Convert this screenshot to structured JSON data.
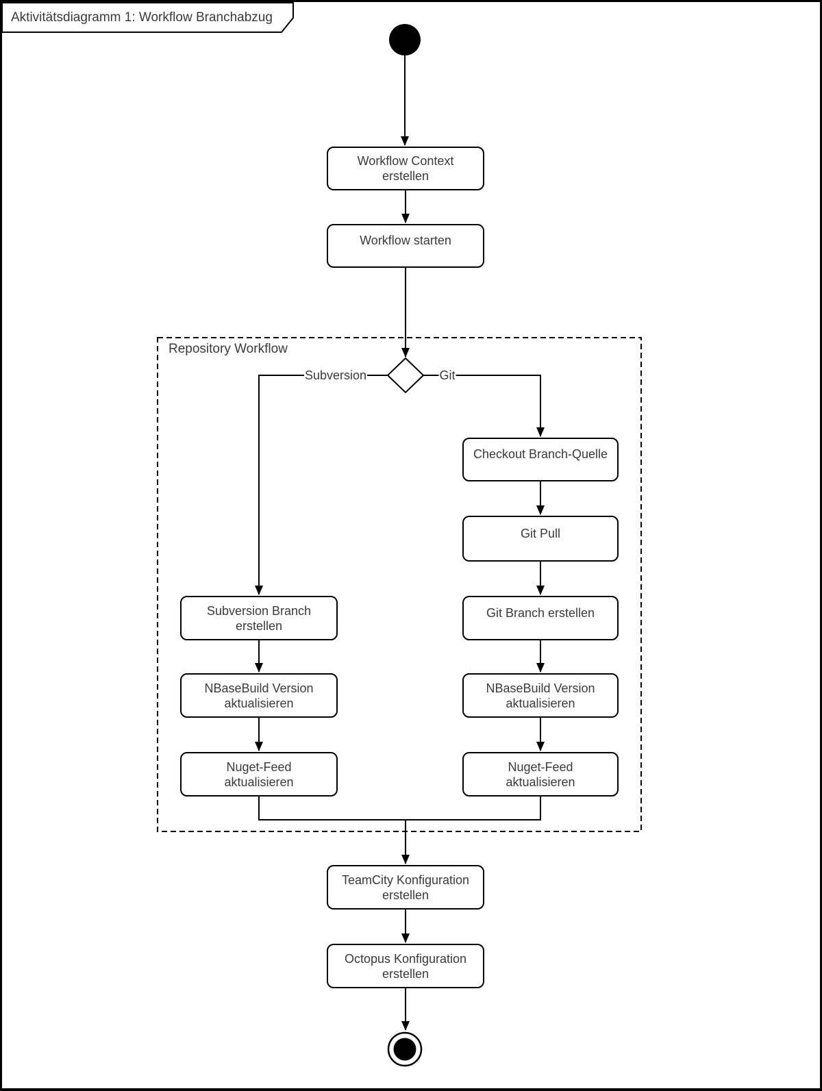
{
  "title": "Aktivitätsdiagramm 1: Workflow Branchabzug",
  "container": {
    "label": "Repository Workflow"
  },
  "nodes": {
    "workflow_context": {
      "label": "Workflow Context\nerstellen"
    },
    "workflow_start": {
      "label": "Workflow starten"
    },
    "checkout_branch_quelle": {
      "label": "Checkout Branch-Quelle"
    },
    "git_pull": {
      "label": "Git Pull"
    },
    "git_branch_erstellen": {
      "label": "Git Branch erstellen"
    },
    "subversion_branch_erstellen": {
      "label": "Subversion Branch\nerstellen"
    },
    "nbasebuild_version_left": {
      "label": "NBaseBuild Version\naktualisieren"
    },
    "nuget_feed_left": {
      "label": "Nuget-Feed\naktualisieren"
    },
    "nbasebuild_version_right": {
      "label": "NBaseBuild Version\naktualisieren"
    },
    "nuget_feed_right": {
      "label": "Nuget-Feed\naktualisieren"
    },
    "teamcity_konfiguration": {
      "label": "TeamCity Konfiguration\nerstellen"
    },
    "octopus_konfiguration": {
      "label": "Octopus Konfiguration\nerstellen"
    }
  },
  "edge_labels": {
    "left_branch": "Subversion",
    "right_branch": "Git"
  },
  "colors": {
    "stroke": "#000000",
    "text": "#3a3a3a",
    "background": "#ffffff"
  }
}
